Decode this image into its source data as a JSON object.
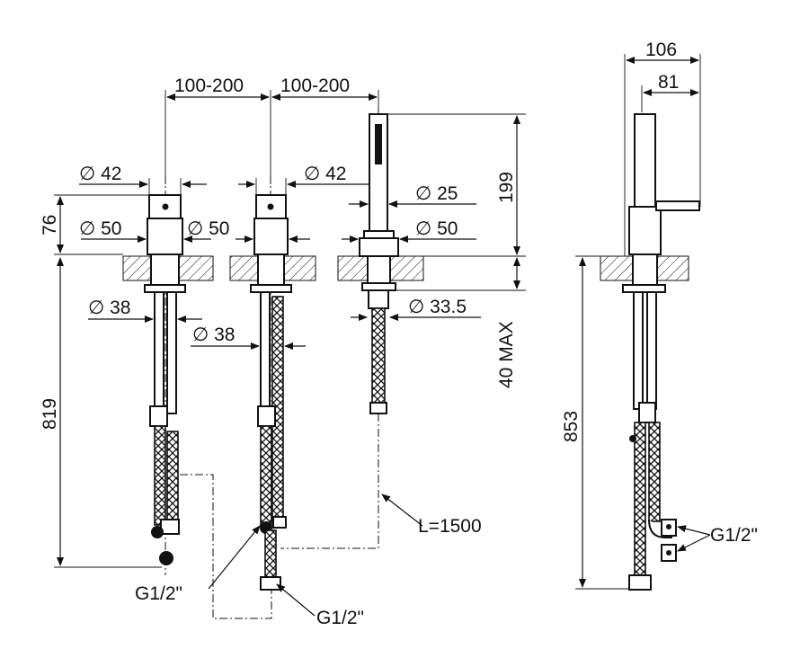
{
  "labels": {
    "spacing_1": "100-200",
    "spacing_2": "100-200",
    "dia_42_left": "∅ 42",
    "dia_42_mid": "∅ 42",
    "dia_50_left": "∅ 50",
    "dia_50_mid": "∅ 50",
    "dia_38_left": "∅ 38",
    "dia_38_mid": "∅ 38",
    "dia_25": "∅ 25",
    "dia_50_shower": "∅ 50",
    "dia_33_5": "∅ 33.5",
    "height_76": "76",
    "height_819": "819",
    "height_199": "199",
    "max_40": "40 MAX",
    "hose_length": "L=1500",
    "thread_left": "G1/2\"",
    "thread_center": "G1/2\"",
    "side_106": "106",
    "side_81": "81",
    "side_853": "853",
    "side_thread": "G1/2\""
  }
}
